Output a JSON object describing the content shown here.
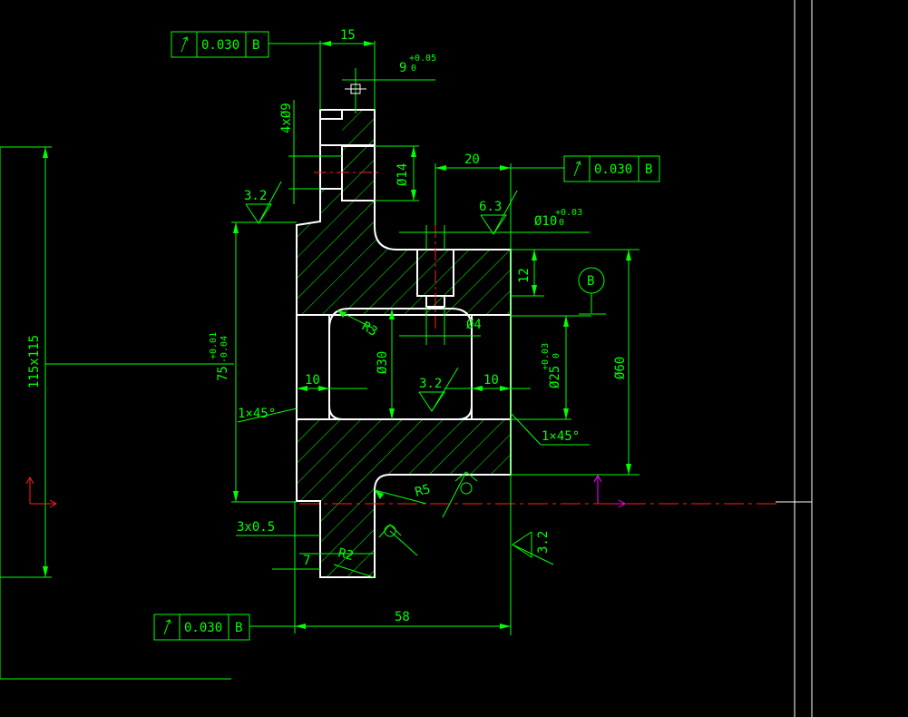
{
  "colors": {
    "background": "#000000",
    "dimension": "#00ff00",
    "outline": "#ffffff",
    "centerline": "#ff2020",
    "ucs": "#ff2020",
    "ucs_alt": "#ff00ff"
  },
  "icons": [
    "perpendicularity-symbol-icon",
    "ucs-icon",
    "datum-symbol-icon",
    "surface-finish-icon"
  ],
  "tolerance_frames": [
    {
      "value": "0.030",
      "datum": "B"
    },
    {
      "value": "0.030",
      "datum": "B"
    },
    {
      "value": "0.030",
      "datum": "B"
    }
  ],
  "datum_label": "B",
  "dims": {
    "width15": "15",
    "slot9": "9",
    "slot9_upper": "+0.05",
    "slot9_lower": "0",
    "holes": "4xØ9",
    "dia14": "Ø14",
    "len20": "20",
    "dia10": "Ø10",
    "dia10_upper": "+0.03",
    "dia10_lower": "0",
    "depth12": "12",
    "dia60": "Ø60",
    "r3": "R3",
    "dia4": "Ø4",
    "dia30": "Ø30",
    "dia25": "Ø25",
    "dia25_upper": "+0.03",
    "dia25_lower": "0",
    "bore10_left": "10",
    "bore10_right": "10",
    "chamfer_left": "1×45°",
    "chamfer_right": "1×45°",
    "square115": "115x115",
    "h75": "75",
    "h75_upper": "+0.01",
    "h75_lower": "-0.04",
    "r5": "R5",
    "r2": "R2",
    "groove": "3x0.5",
    "dim7": "7",
    "len58": "58"
  },
  "roughness": {
    "top_left": "3.2",
    "top_middle": "6.3",
    "center": "3.2",
    "right_side": "3.2"
  }
}
